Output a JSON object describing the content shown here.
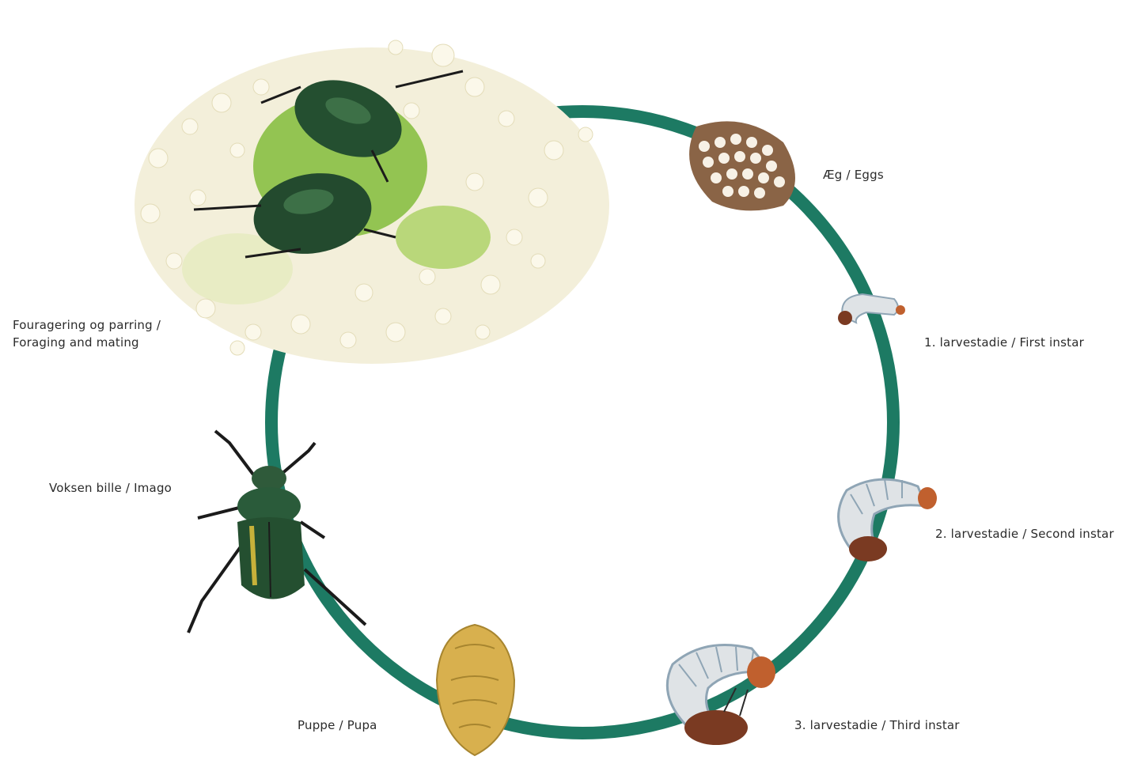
{
  "colors": {
    "ring": "#1d7a63",
    "egg_mass": "#8a6446",
    "egg": "#f7f1e6",
    "grub_body": "#dfe3e6",
    "grub_stripe": "#8fa5b5",
    "grub_head": "#c0602e",
    "grub_tail": "#7a3a22",
    "pupa": "#d8b04e",
    "beetle": "#244f30",
    "flower": "#f1ecd2",
    "leaf": "#8fc14e"
  },
  "stages": {
    "eggs": "Æg / Eggs",
    "first_instar": "1. larvestadie / First instar",
    "second_instar": "2. larvestadie / Second instar",
    "third_instar": "3. larvestadie / Third instar",
    "pupa": "Puppe / Pupa",
    "imago": "Voksen bille / Imago",
    "foraging_line1": "Fouragering og parring /",
    "foraging_line2": "Foraging and mating"
  }
}
